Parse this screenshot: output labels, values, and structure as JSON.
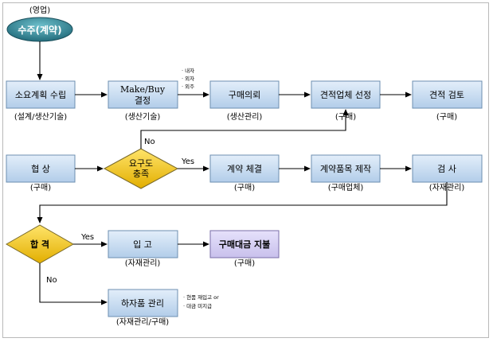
{
  "top_label": "(영업)",
  "start": {
    "label": "수주(계약)"
  },
  "row1": {
    "box1": {
      "label": "소요계획 수립",
      "sub": "(설계/생산기술)"
    },
    "box2": {
      "line1": "Make/Buy",
      "line2": "결정",
      "sub": "(생산기술)"
    },
    "box2_notes": [
      "· 내자",
      "· 외자",
      "· 외주"
    ],
    "box3": {
      "label": "구매의뢰",
      "sub": "(생산관리)"
    },
    "box4": {
      "label": "견적업체 선정",
      "sub": "(구매)"
    },
    "box5": {
      "label": "견적 검토",
      "sub": "(구매)"
    }
  },
  "row2": {
    "box1": {
      "label": "협 상",
      "sub": "(구매)"
    },
    "decision": {
      "line1": "요구도",
      "line2": "충족"
    },
    "no_label": "No",
    "yes_label": "Yes",
    "box2": {
      "label": "계약 체결",
      "sub": "(구매)"
    },
    "box3": {
      "label": "계약품목 제작",
      "sub": "(구매업체)"
    },
    "box4": {
      "label": "검 사",
      "sub": "(자재관리)"
    }
  },
  "row3": {
    "decision": {
      "label": "합 격"
    },
    "yes_label": "Yes",
    "no_label": "No",
    "box1": {
      "label": "입 고",
      "sub": "(자재관리)"
    },
    "box2": {
      "label": "구매대금 지불",
      "sub": "(구매)"
    }
  },
  "row4": {
    "box1": {
      "label": "하자품 관리",
      "sub": "(자재관리/구매)"
    },
    "notes": [
      "· 현품 재입고 or",
      "· 대금 미지급"
    ]
  },
  "colors": {
    "box_fill": "#c7dcf1",
    "box_border": "#6d8fb0",
    "ellipse_fill": "#2f7d8f",
    "decision_fill": "#f2c200",
    "payment_fill": "#d8d2f3"
  }
}
